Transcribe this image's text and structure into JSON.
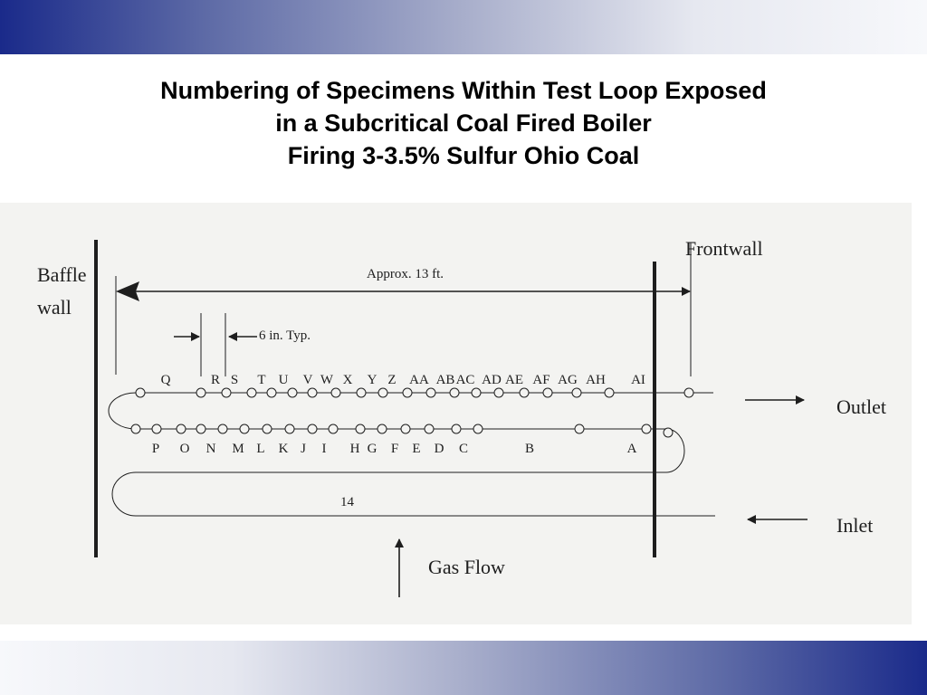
{
  "slide": {
    "title_lines": [
      "Numbering of Specimens Within Test Loop Exposed",
      "in a Subcritical Coal Fired Boiler",
      "Firing 3-3.5% Sulfur Ohio Coal"
    ]
  },
  "diagram": {
    "baffle_wall": [
      "Baffle",
      "wall"
    ],
    "frontwall": "Frontwall",
    "approx_length": "Approx.  13 ft.",
    "spacing": "6 in.  Typ.",
    "outlet": "Outlet",
    "inlet": "Inlet",
    "gas_flow": "Gas Flow",
    "tube_number": "14",
    "upper_row_labels": [
      "Q",
      "R",
      "S",
      "T",
      "U",
      "V",
      "W",
      "X",
      "Y",
      "Z",
      "AA",
      "AB",
      "AC",
      "AD",
      "AE",
      "AF",
      "AG",
      "AH",
      "AI"
    ],
    "lower_row_labels": [
      "P",
      "O",
      "N",
      "M",
      "L",
      "K",
      "J",
      "I",
      "H",
      "G",
      "F",
      "E",
      "D",
      "C",
      "B",
      "A"
    ]
  }
}
